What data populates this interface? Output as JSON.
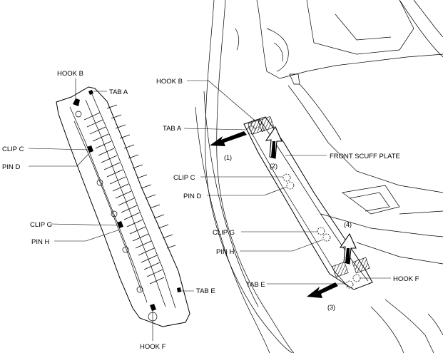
{
  "left_panel": {
    "labels": {
      "hook_b": "HOOK B",
      "tab_a": "TAB A",
      "clip_c": "CLIP C",
      "pin_d": "PIN D",
      "clip_g": "CLIP G",
      "pin_h": "PIN H",
      "tab_e": "TAB E",
      "hook_f": "HOOK F"
    }
  },
  "right_panel": {
    "labels": {
      "hook_b": "HOOK B",
      "tab_a": "TAB A",
      "front_scuff_plate": "FRONT SCUFF PLATE",
      "clip_c": "CLIP C",
      "pin_d": "PIN D",
      "clip_g": "CLIP G",
      "pin_h": "PIN H",
      "tab_e": "TAB E",
      "hook_f": "HOOK F"
    },
    "steps": [
      "(1)",
      "(2)",
      "(3)",
      "(4)"
    ]
  }
}
